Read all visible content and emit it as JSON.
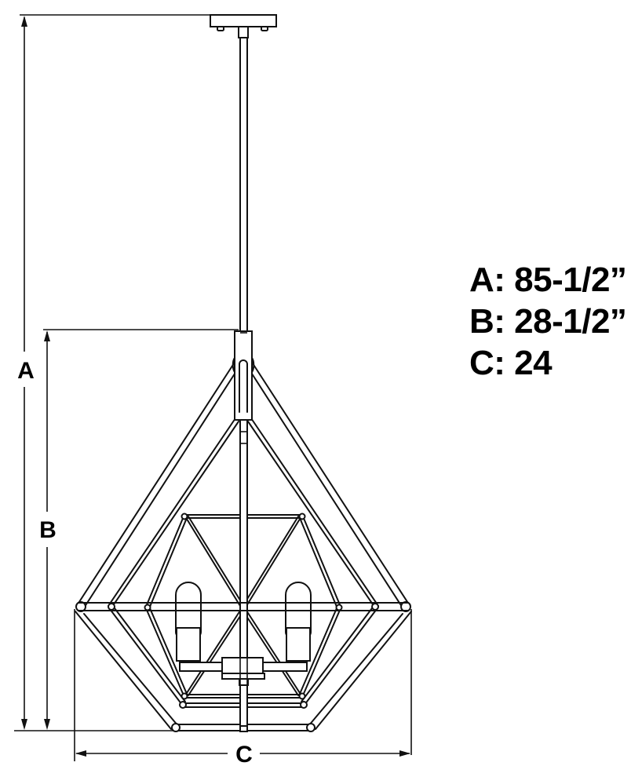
{
  "drawing": {
    "subject": "pyramid cage pendant light fixture - dimension diagram",
    "dimension_labels": {
      "a": "A",
      "b": "B",
      "c": "C"
    }
  },
  "legend": {
    "rows": [
      {
        "key": "A",
        "text": "A: 85-1/2”"
      },
      {
        "key": "B",
        "text": "B: 28-1/2”"
      },
      {
        "key": "C",
        "text": "C: 24"
      }
    ]
  },
  "colors": {
    "line": "#111111",
    "background": "#ffffff"
  }
}
